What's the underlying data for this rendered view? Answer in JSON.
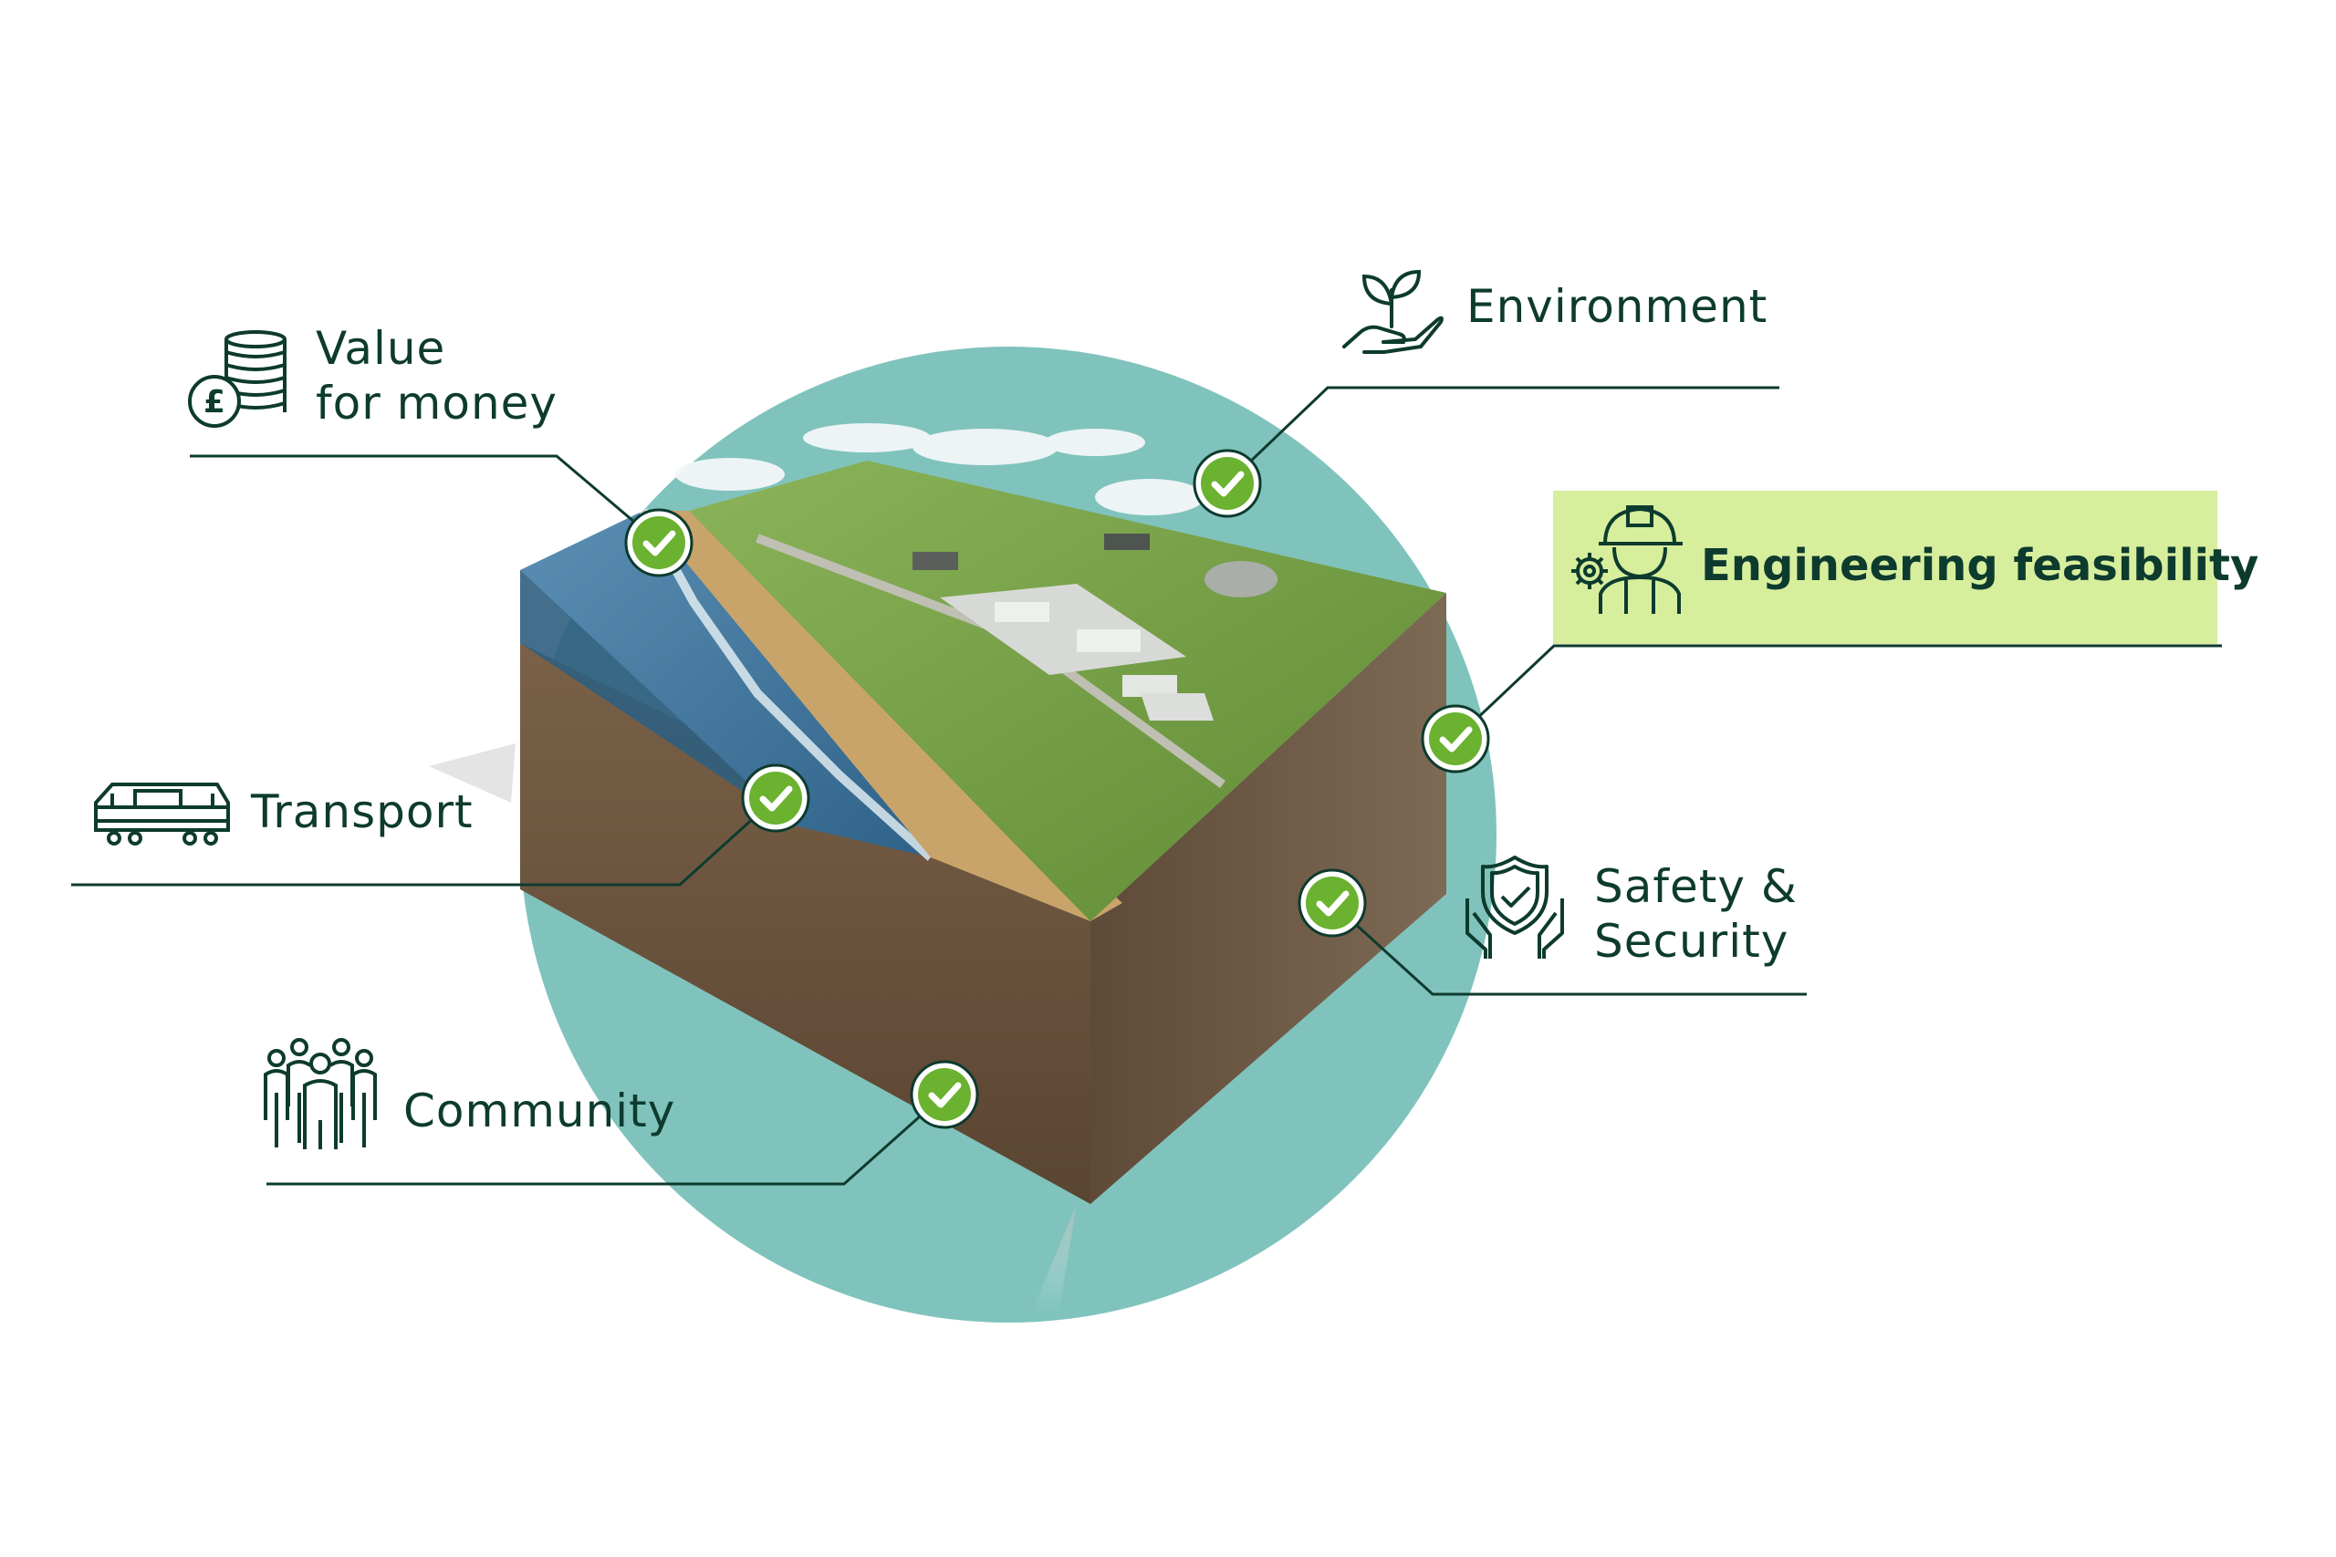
{
  "criteria": [
    {
      "id": "value",
      "label_lines": [
        "Value",
        "for money"
      ],
      "icon": "pound-coins-icon",
      "highlighted": false
    },
    {
      "id": "environment",
      "label_lines": [
        "Environment"
      ],
      "icon": "plant-in-hand-icon",
      "highlighted": false
    },
    {
      "id": "engineering",
      "label_lines": [
        "Engineering feasibility"
      ],
      "icon": "engineer-gear-icon",
      "highlighted": true
    },
    {
      "id": "transport",
      "label_lines": [
        "Transport"
      ],
      "icon": "train-icon",
      "highlighted": false
    },
    {
      "id": "safety",
      "label_lines": [
        "Safety &",
        "Security"
      ],
      "icon": "shield-hands-icon",
      "highlighted": false
    },
    {
      "id": "community",
      "label_lines": [
        "Community"
      ],
      "icon": "people-group-icon",
      "highlighted": false
    }
  ],
  "colors": {
    "text": "#0d3b2e",
    "line": "#0d3b2e",
    "highlight": "#d7ee9d",
    "circle": "#80c3bd",
    "check_fill": "#6ab22f",
    "grass": "#6f9a3c",
    "soil": "#6b5640",
    "water": "#3e78a0",
    "sand": "#c9a46a"
  }
}
